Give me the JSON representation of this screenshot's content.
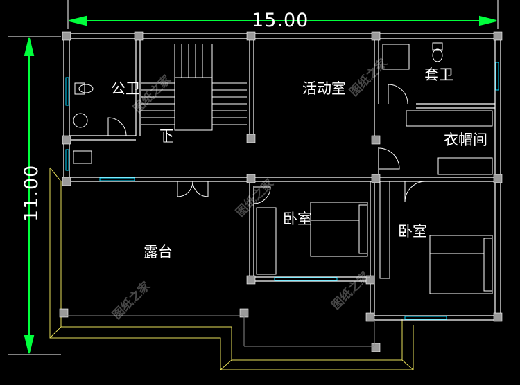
{
  "dimensions": {
    "width": "15.00",
    "height": "11.00"
  },
  "rooms": {
    "public_bath": "公卫",
    "activity_room": "活动室",
    "master_bath": "套卫",
    "cloakroom": "衣帽间",
    "stair_down": "下",
    "bedroom_left": "卧室",
    "bedroom_right": "卧室",
    "terrace": "露台"
  },
  "watermark": "图纸之家",
  "colors": {
    "wall": "#ffffff",
    "column": "#9a9a9a",
    "window": "#00d8ff",
    "outline": "#e8e05a",
    "dimension": "#00ff3c",
    "background": "#000000"
  }
}
